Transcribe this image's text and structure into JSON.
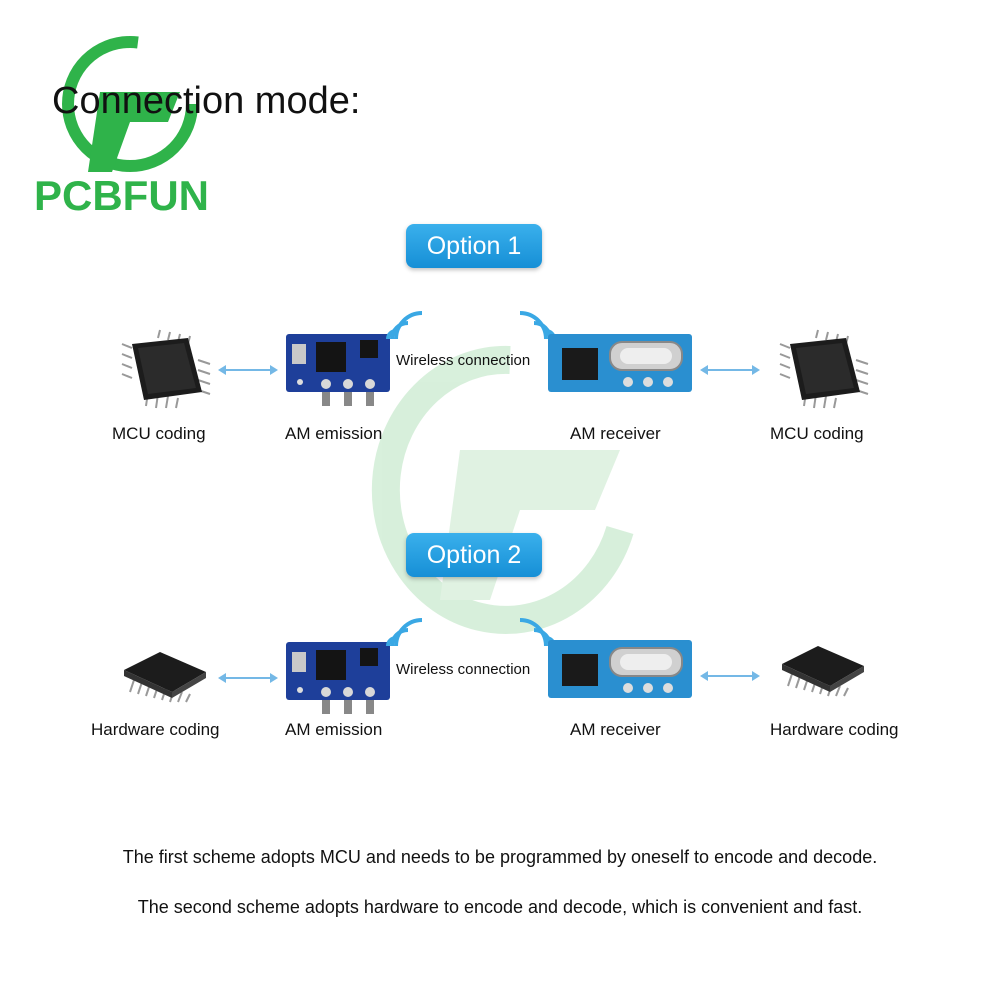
{
  "title": "Connection mode:",
  "brand": {
    "logo_text": "PCBFUN",
    "color": "#2fb34a"
  },
  "accent_color": "#1a96da",
  "arrow_color": "#74b8e6",
  "options": [
    {
      "badge": "Option 1",
      "wireless_label": "Wireless connection",
      "items": [
        "MCU coding",
        "AM emission",
        "AM receiver",
        "MCU coding"
      ]
    },
    {
      "badge": "Option 2",
      "wireless_label": "Wireless connection",
      "items": [
        "Hardware coding",
        "AM emission",
        "AM receiver",
        "Hardware coding"
      ]
    }
  ],
  "notes": [
    "The first scheme adopts MCU and needs to be programmed by oneself to encode and decode.",
    "The second scheme adopts hardware to encode and decode, which is convenient and fast."
  ]
}
